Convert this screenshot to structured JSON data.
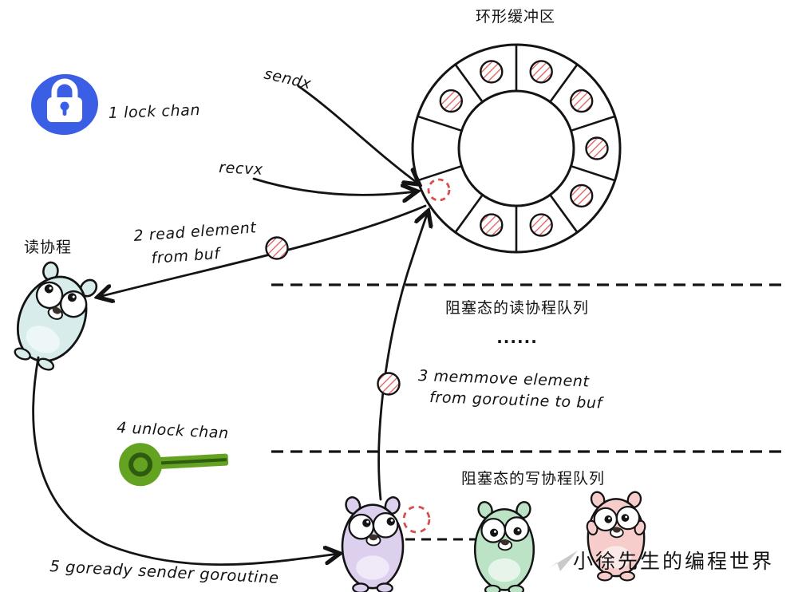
{
  "title": "环形缓冲区",
  "labels": {
    "sendx": "sendx",
    "recvx": "recvx",
    "step1": "1 lock chan",
    "read_goroutine": "读协程",
    "step2_line1": "2 read element",
    "step2_line2": "from buf",
    "read_queue": "阻塞态的读协程队列",
    "ellipsis": "......",
    "step3_line1": "3 memmove element",
    "step3_line2": "from goroutine to buf",
    "step4": "4 unlock chan",
    "write_queue": "阻塞态的写协程队列",
    "step5": "5 goready sender goroutine",
    "watermark": "小徐先生的编程世界"
  },
  "icons": {
    "lock": "padlock-icon",
    "key": "key-icon",
    "watermark_logo": "paper-plane-icon"
  },
  "colors": {
    "ink": "#141414",
    "lock_blue": "#3a5fe5",
    "hatch_red": "#e05c5c",
    "dashed_red": "#d94f4f",
    "key_green": "#63a321",
    "key_green_dark": "#2f5b0e",
    "gopher_cyan": "#d8ecec",
    "gopher_cyan_belly": "#eef7f7",
    "gopher_purple": "#dcd0ee",
    "gopher_purple_belly": "#f0eaf8",
    "gopher_green": "#bce3c6",
    "gopher_green_belly": "#e6f4ea",
    "gopher_pink": "#f6cdcb",
    "gopher_pink_belly": "#fbe9e8",
    "watermark_gray": "#c9c9c9"
  }
}
